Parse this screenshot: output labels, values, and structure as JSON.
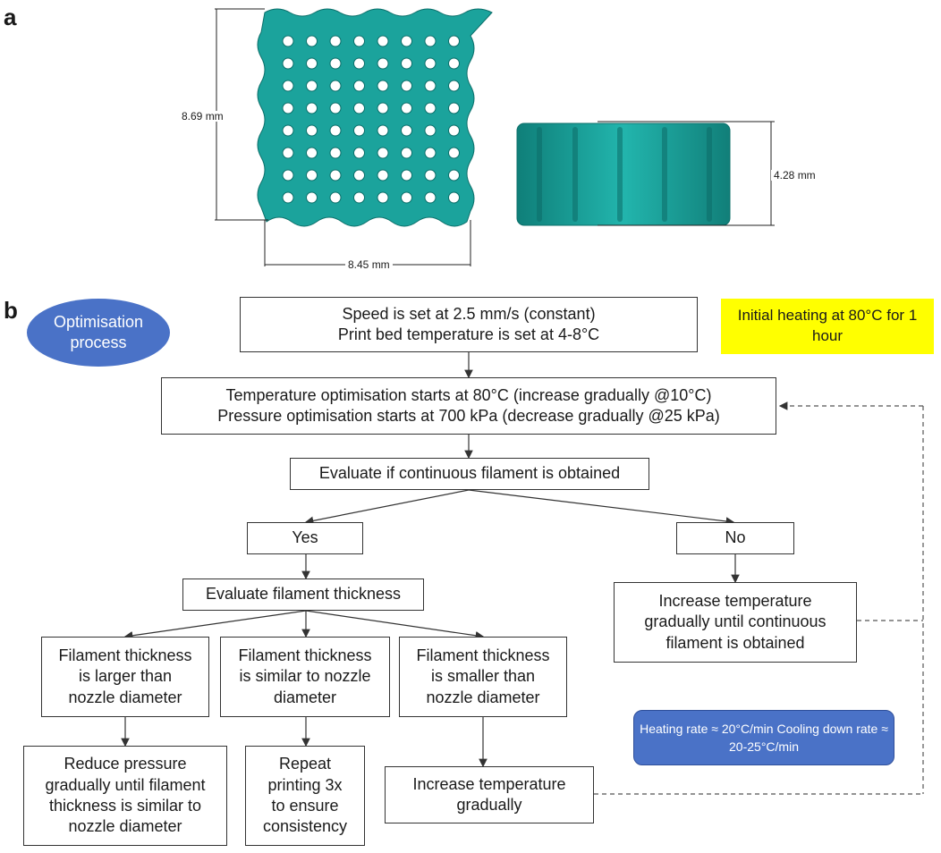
{
  "panels": {
    "a": "a",
    "b": "b"
  },
  "scaffold": {
    "height_label": "8.69 mm",
    "width_label": "8.45 mm",
    "side_height_label": "4.28 mm",
    "color": "#1ba39c"
  },
  "flowchart": {
    "title_bubble": [
      "Optimisation",
      "process"
    ],
    "initial_heating": [
      "Initial heating at 80°C for",
      "1 hour"
    ],
    "settings": [
      "Speed is set at 2.5 mm/s (constant)",
      "Print bed temperature is set at 4-8°C"
    ],
    "optimisation_start": [
      "Temperature optimisation starts at 80°C (increase gradually @10°C)",
      "Pressure optimisation starts at 700 kPa (decrease gradually @25 kPa)"
    ],
    "evaluate_continuous": "Evaluate if continuous filament is obtained",
    "yes": "Yes",
    "no": "No",
    "evaluate_thickness": "Evaluate filament thickness",
    "no_action": [
      "Increase temperature",
      "gradually until continuous",
      "filament is obtained"
    ],
    "thickness_larger": [
      "Filament thickness",
      "is larger than",
      "nozzle diameter"
    ],
    "thickness_similar": [
      "Filament thickness",
      "is similar to nozzle",
      "diameter"
    ],
    "thickness_smaller": [
      "Filament thickness",
      "is smaller than",
      "nozzle diameter"
    ],
    "reduce_pressure": [
      "Reduce pressure",
      "gradually until filament",
      "thickness is similar to",
      "nozzle diameter"
    ],
    "repeat_printing": [
      "Repeat",
      "printing 3x",
      "to ensure",
      "consistency"
    ],
    "increase_temperature": [
      "Increase temperature",
      "gradually"
    ],
    "rates": [
      "Heating rate ≈ 20°C/min",
      "Cooling down rate ≈ 20-25°C/min"
    ]
  }
}
